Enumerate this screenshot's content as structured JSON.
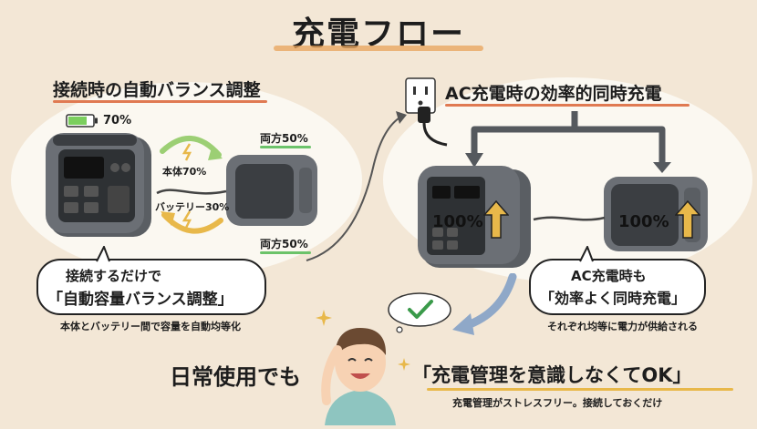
{
  "title": "充電フロー",
  "left": {
    "heading": "接続時の自動バランス調整",
    "battery_percent": "70%",
    "label_body": "本体70%",
    "label_battery": "バッテリー30%",
    "both_top": "両方50%",
    "both_bottom": "両方50%",
    "bubble_line1": "接続するだけで",
    "bubble_line2": "「自動容量バランス調整」",
    "caption": "本体とバッテリー間で容量を自動均等化"
  },
  "right": {
    "heading": "AC充電時の効率的同時充電",
    "main_percent": "100%",
    "battery_percent": "100%",
    "bubble_line1": "AC充電時も",
    "bubble_line2": "「効率よく同時充電」",
    "caption": "それぞれ均等に電力が供給される"
  },
  "footer": {
    "left_text": "日常使用でも",
    "right_text": "「充電管理を意識しなくてOK」",
    "sub_text": "充電管理がストレスフリー。接続しておくだけ"
  },
  "colors": {
    "background": "#f3e7d6",
    "panel": "#fbf8f1",
    "device": "#55595e",
    "battery_green": "#7ccf5e",
    "arrow_gold": "#e8b84a",
    "arrow_green": "#9ccf74",
    "underline_red": "#e07a52",
    "underline_green": "#6cc36a",
    "check_green": "#3a9a4a",
    "flow_gray": "#55595e",
    "flow_blue": "#8fa8c8"
  }
}
